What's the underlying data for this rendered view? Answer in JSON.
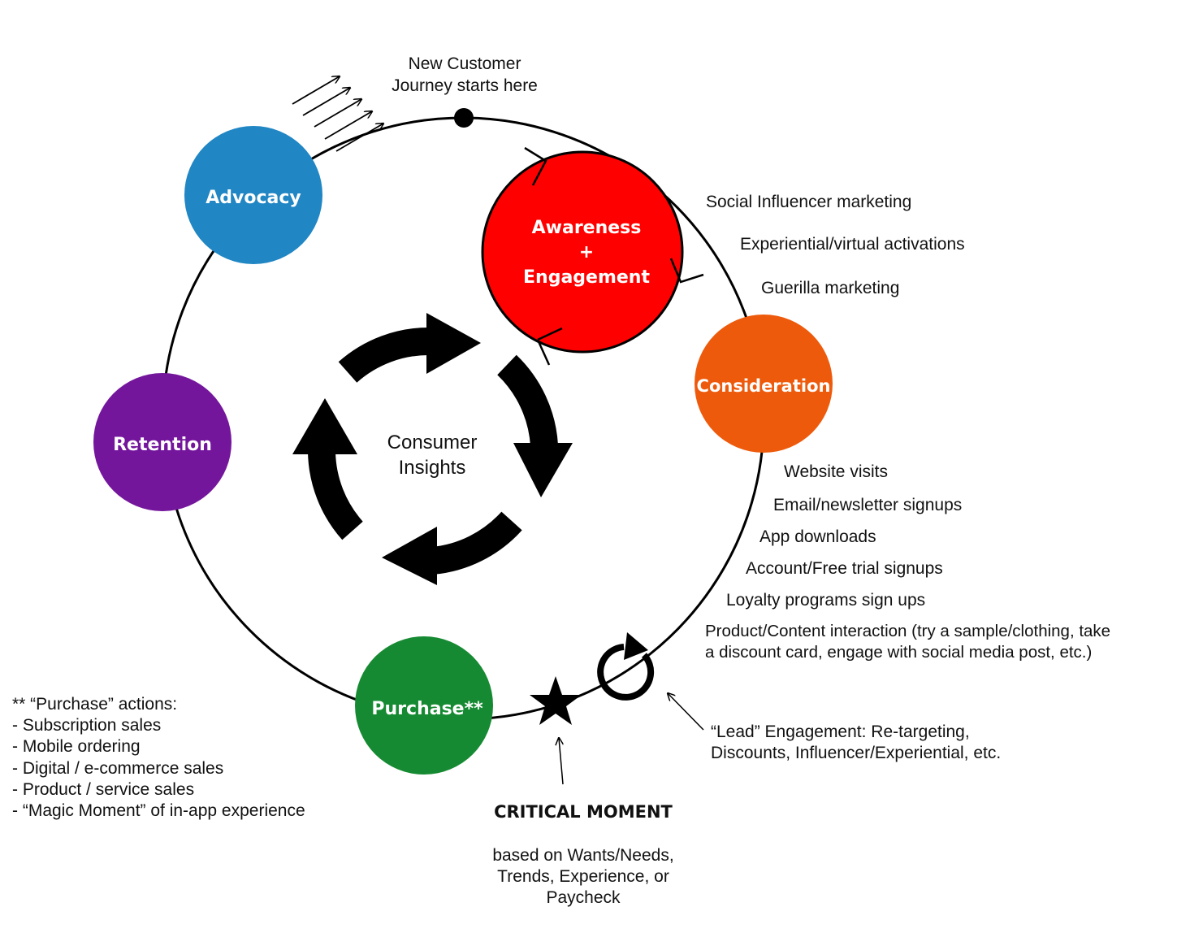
{
  "start_label": [
    "New Customer",
    "Journey starts here"
  ],
  "nodes": {
    "advocacy": {
      "label": [
        "Advocacy"
      ],
      "color": "#2086C4"
    },
    "awareness": {
      "label": [
        "Awareness",
        "+",
        "Engagement"
      ],
      "color": "#FF0000"
    },
    "consideration": {
      "label": [
        "Consideration"
      ],
      "color": "#EE5A0B"
    },
    "purchase": {
      "label": [
        "Purchase**"
      ],
      "color": "#168A32"
    },
    "retention": {
      "label": [
        "Retention"
      ],
      "color": "#74169C"
    }
  },
  "center_label": [
    "Consumer",
    "Insights"
  ],
  "awareness_tactics": [
    "Social Influencer marketing",
    "Experiential/virtual activations",
    "Guerilla marketing"
  ],
  "consideration_actions": [
    "Website visits",
    "Email/newsletter signups",
    "App downloads",
    "Account/Free trial signups",
    "Loyalty programs sign ups"
  ],
  "product_interaction": [
    "Product/Content interaction (try a sample/clothing, take",
    "a discount card, engage with social media post, etc.)"
  ],
  "lead_engagement": [
    "“Lead” Engagement: Re-targeting,",
    "Discounts, Influencer/Experiential, etc."
  ],
  "purchase_actions": [
    "** “Purchase” actions:",
    "- Subscription sales",
    "- Mobile ordering",
    "- Digital / e-commerce sales",
    "- Product / service sales",
    "- “Magic Moment” of in-app experience"
  ],
  "critical_moment": {
    "title": "CRITICAL MOMENT",
    "detail": [
      "based on Wants/Needs,",
      "Trends, Experience, or",
      "Paycheck"
    ]
  },
  "icons": [
    "star-icon",
    "refresh-loop-icon",
    "speed-lines-icon",
    "cycle-arrows-icon"
  ]
}
